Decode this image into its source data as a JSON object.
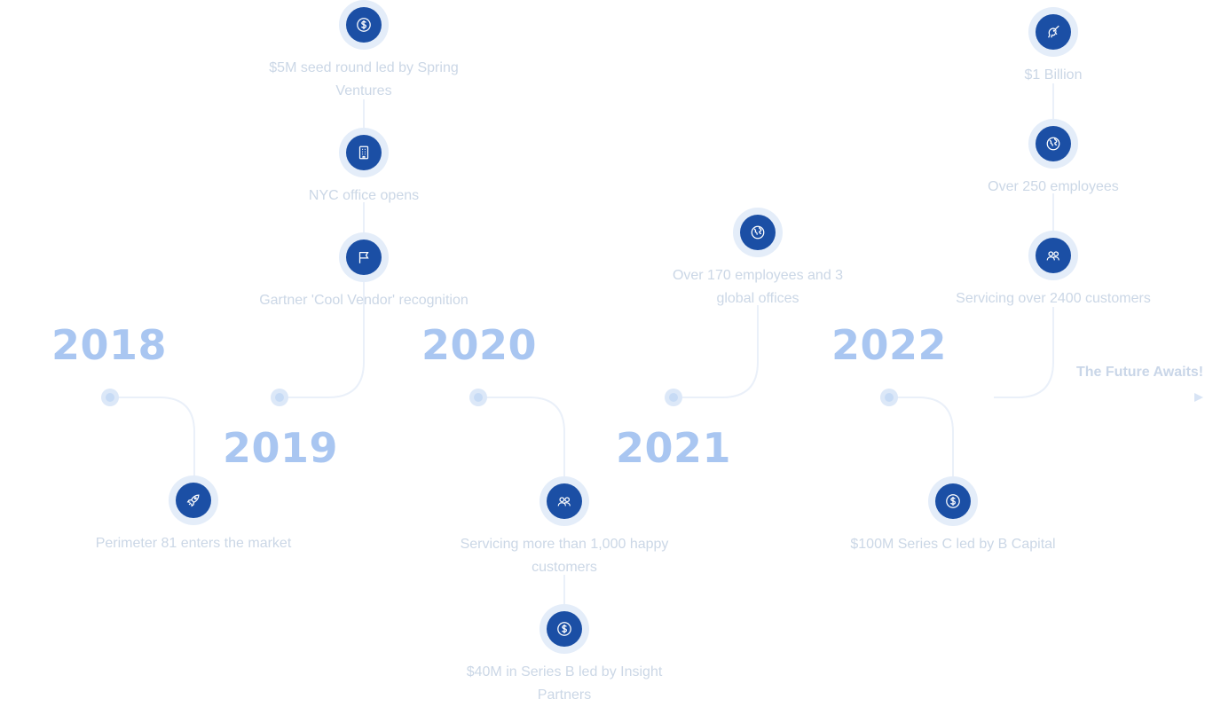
{
  "colors": {
    "year": "#a9c6f1",
    "icon_disc": "#1b4fa5",
    "icon_ring": "#e4edf9",
    "line": "#eef3fa",
    "label": "#cbd7e6"
  },
  "years": [
    "2018",
    "2019",
    "2020",
    "2021",
    "2022"
  ],
  "future_label": "The Future Awaits!",
  "events": {
    "seed": {
      "label": "$5M seed round led by Spring Ventures",
      "icon": "dollar-icon"
    },
    "nyc": {
      "label": "NYC office opens",
      "icon": "building-icon"
    },
    "gartner": {
      "label": "Gartner 'Cool Vendor' recognition",
      "icon": "flag-icon"
    },
    "market": {
      "label": "Perimeter 81 enters the market",
      "icon": "rocket-icon"
    },
    "cust1000": {
      "label": "Servicing more than 1,000 happy customers",
      "icon": "users-icon"
    },
    "seriesb": {
      "label": "$40M in Series B led by Insight Partners",
      "icon": "dollar-icon"
    },
    "emp170": {
      "label": "Over 170 employees and 3 global offices",
      "icon": "globe-icon"
    },
    "seriesc": {
      "label": "$100M Series C led by B Capital",
      "icon": "dollar-icon"
    },
    "billion": {
      "label": "$1 Billion",
      "icon": "unicorn-icon"
    },
    "emp250": {
      "label": "Over 250 employees",
      "icon": "globe-icon"
    },
    "cust2400": {
      "label": "Servicing over 2400 customers",
      "icon": "users-icon"
    }
  }
}
